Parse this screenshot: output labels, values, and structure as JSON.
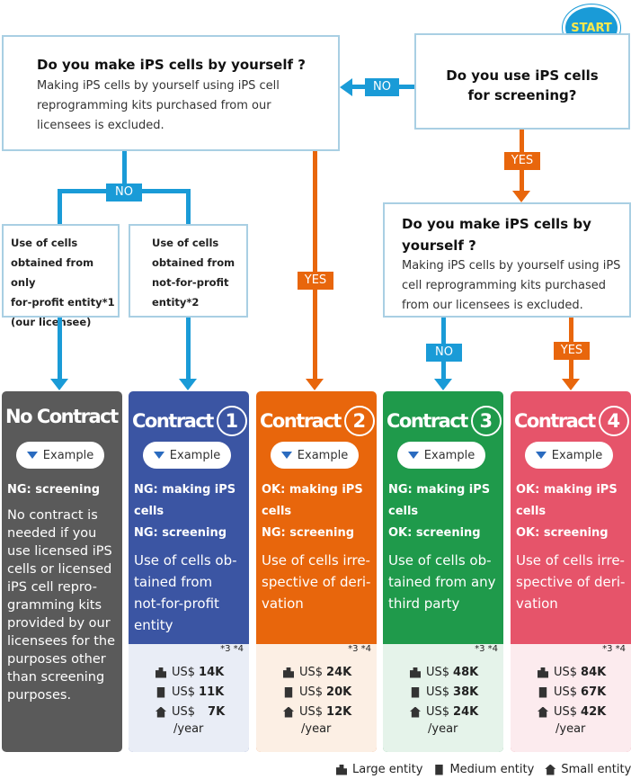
{
  "start_label": "START",
  "q_top_right": {
    "line1": "Do you use iPS cells",
    "line2": "for screening?"
  },
  "q_top_left": {
    "title": "Do you make iPS cells by yourself ?",
    "sub": [
      "Making iPS cells by yourself using iPS cell",
      "reprogramming kits purchased from our",
      "licensees is excluded."
    ]
  },
  "q_mid_right": {
    "title": [
      "Do you make iPS cells by",
      "yourself ?"
    ],
    "sub": [
      "Making iPS cells by yourself using iPS",
      "cell reprogramming kits purchased",
      "from our licensees is excluded."
    ]
  },
  "q_profit": [
    "Use of cells",
    "obtained from only",
    "for-profit entity*1",
    "(our licensee)"
  ],
  "q_nonprofit": [
    "Use of cells",
    "obtained from",
    "not-for-profit",
    "entity*2"
  ],
  "labels": {
    "no": "NO",
    "yes": "YES"
  },
  "example_label": "Example",
  "cards": [
    {
      "title": "No Contract",
      "num": "",
      "color": "#5a5a5a",
      "rules": [
        "NG: screening"
      ],
      "desc": [
        "No contract is",
        "needed if you",
        "use licensed iPS",
        "cells or licensed",
        "iPS cell repro-",
        "gramming kits",
        "provided by our",
        "licensees for the",
        "purposes other",
        "than screening",
        "purposes."
      ]
    },
    {
      "title": "Contract",
      "num": "1",
      "color": "#3b55a3",
      "price_bg": "#e9edf6",
      "rules": [
        "NG: making iPS",
        "cells",
        "NG: screening"
      ],
      "desc": [
        "Use of cells ob-",
        "tained from",
        "not-for-profit",
        "entity"
      ],
      "prices": {
        "large": "14K",
        "medium": "11K",
        "small": "7K"
      }
    },
    {
      "title": "Contract",
      "num": "2",
      "color": "#e8660c",
      "price_bg": "#fcefe4",
      "rules": [
        "OK: making iPS",
        "cells",
        "NG: screening"
      ],
      "desc": [
        "Use of cells irre-",
        "spective of deri-",
        "vation"
      ],
      "prices": {
        "large": "24K",
        "medium": "20K",
        "small": "12K"
      }
    },
    {
      "title": "Contract",
      "num": "3",
      "color": "#1f9a4b",
      "price_bg": "#e5f3ea",
      "rules": [
        "NG: making iPS",
        "cells",
        "OK: screening"
      ],
      "desc": [
        "Use of cells ob-",
        "tained from any",
        "third party"
      ],
      "prices": {
        "large": "48K",
        "medium": "38K",
        "small": "24K"
      }
    },
    {
      "title": "Contract",
      "num": "4",
      "color": "#e6546a",
      "price_bg": "#fcebee",
      "rules": [
        "OK: making iPS",
        "cells",
        "OK: screening"
      ],
      "desc": [
        "Use of cells irre-",
        "spective of deri-",
        "vation"
      ],
      "prices": {
        "large": "84K",
        "medium": "67K",
        "small": "42K"
      }
    }
  ],
  "price_notes": "*3 *4",
  "currency": "US$",
  "per_year": "/year",
  "legend": {
    "large": "Large entity",
    "medium": "Medium entity",
    "small": "Small entity"
  }
}
